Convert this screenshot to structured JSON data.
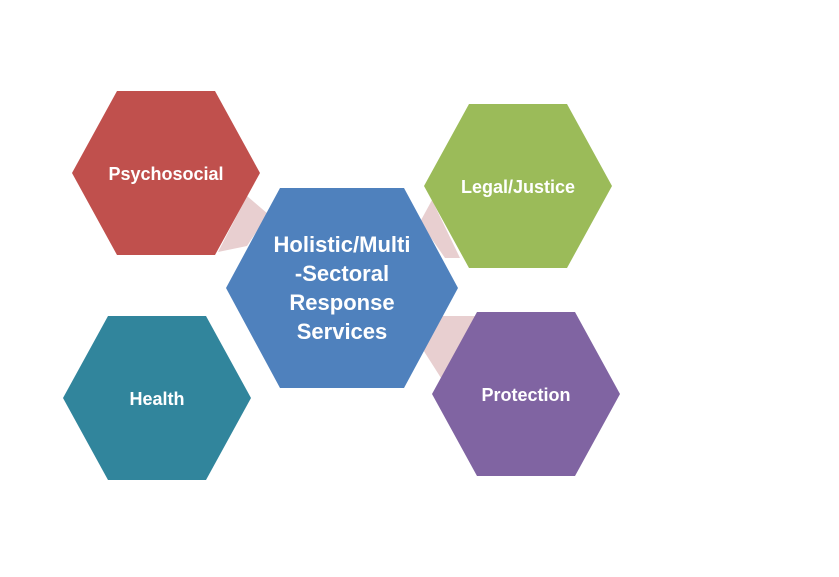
{
  "diagram": {
    "center": {
      "label_lines": [
        "Holistic/Multi",
        "-Sectoral",
        "Response",
        "Services"
      ],
      "color": "#4F81BD"
    },
    "nodes": [
      {
        "id": "psychosocial",
        "label": "Psychosocial",
        "color": "#C0504D"
      },
      {
        "id": "legal-justice",
        "label": "Legal/Justice",
        "color": "#9BBB59"
      },
      {
        "id": "health",
        "label": "Health",
        "color": "#31859C"
      },
      {
        "id": "protection",
        "label": "Protection",
        "color": "#8064A2"
      }
    ],
    "connector_color": "#E8CFD0"
  }
}
